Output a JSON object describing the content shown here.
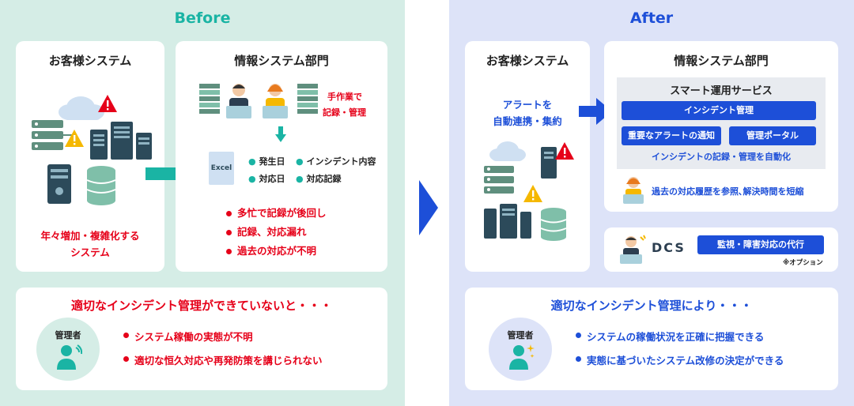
{
  "before": {
    "title": "Before",
    "customer": {
      "title": "お客様システム",
      "caption_line1": "年々増加・複雑化する",
      "caption_line2": "システム"
    },
    "it_dept": {
      "title": "情報システム部門",
      "manual_line1": "手作業で",
      "manual_line2": "記録・管理",
      "excel_label": "Excel",
      "fields": [
        "発生日",
        "インシデント内容",
        "対応日",
        "対応記録"
      ],
      "problems": [
        "多忙で記録が後回し",
        "記録、対応漏れ",
        "過去の対応が不明"
      ]
    },
    "summary": {
      "heading": "適切なインシデント管理ができていないと・・・",
      "admin_label": "管理者",
      "points": [
        "システム稼働の実態が不明",
        "適切な恒久対応や再発防策を講じられない"
      ]
    }
  },
  "after": {
    "title": "After",
    "customer": {
      "title": "お客様システム",
      "alert_line1": "アラートを",
      "alert_line2": "自動連携・集約"
    },
    "it_dept": {
      "title": "情報システム部門",
      "service_title": "スマート運用サービス",
      "btn_incident": "インシデント管理",
      "btn_alert": "重要なアラートの通知",
      "btn_portal": "管理ポータル",
      "automation": "インシデントの記録・管理を自動化",
      "history": "過去の対応履歴を参照､解決時間を短縮"
    },
    "dcs": {
      "label": "DCS",
      "btn": "監視・障害対応の代行",
      "option": "※オプション"
    },
    "summary": {
      "heading": "適切なインシデント管理により・・・",
      "admin_label": "管理者",
      "points": [
        "システムの稼働状況を正確に把握できる",
        "実態に基づいたシステム改修の決定ができる"
      ]
    }
  },
  "colors": {
    "teal": "#1ab4a4",
    "blue": "#1d4fd8",
    "red": "#e60019",
    "before_bg": "#d5ede6",
    "after_bg": "#dde3f8"
  }
}
